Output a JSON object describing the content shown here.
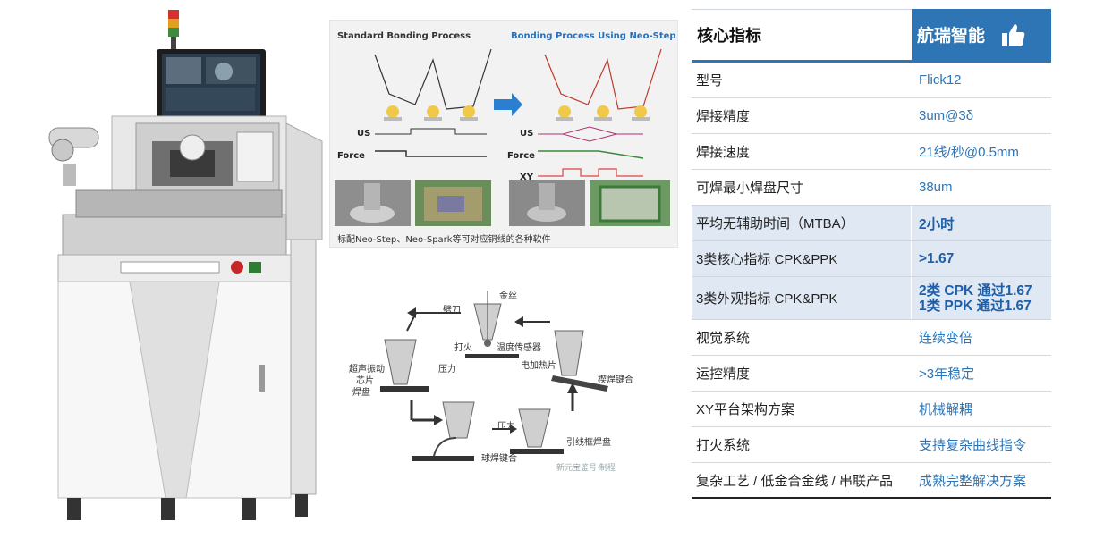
{
  "process_diagram": {
    "title_standard": "Standard Bonding Process",
    "title_neo": "Bonding Process Using Neo-Step",
    "signal_us": "US",
    "signal_force": "Force",
    "signal_xy": "XY",
    "caption": "标配Neo-Step、Neo-Spark等可对应铜线的各种软件"
  },
  "loop_diagram": {
    "labels": {
      "wire": "金丝",
      "capillary": "劈刀",
      "fire": "打火",
      "temp_sensor": "温度传感器",
      "ultrasonic": "超声振动",
      "chip": "芯片",
      "pad": "焊盘",
      "pressure_1": "压力",
      "heater": "电加热片",
      "wedge_bond": "楔焊键合",
      "ball_bond": "球焊键合",
      "pressure_2": "压力",
      "lead_pad": "引线框焊盘"
    },
    "watermark": "新元宝鉴号·制程"
  },
  "spec_table": {
    "header_left": "核心指标",
    "header_right": "航瑞智能",
    "rows": [
      {
        "label": "型号",
        "value": "Flick12"
      },
      {
        "label": "焊接精度",
        "value": "3um@3δ"
      },
      {
        "label": "焊接速度",
        "value": "21线/秒@0.5mm"
      },
      {
        "label": "可焊最小焊盘尺寸",
        "value": "38um"
      },
      {
        "label": "平均无辅助时间（MTBA）",
        "value": "2小时"
      },
      {
        "label": "3类核心指标 CPK&PPK",
        "value": ">1.67"
      },
      {
        "label": "3类外观指标 CPK&PPK",
        "value_line1": "2类 CPK 通过1.67",
        "value_line2": "1类 PPK 通过1.67"
      },
      {
        "label": "视觉系统",
        "value": "连续变倍"
      },
      {
        "label": "运控精度",
        "value": ">3年稳定"
      },
      {
        "label": "XY平台架构方案",
        "value": "机械解耦"
      },
      {
        "label": "打火系统",
        "value": "支持复杂曲线指令"
      },
      {
        "label": "复杂工艺 / 低金合金线 / 串联产品",
        "value": "成熟完整解决方案"
      }
    ]
  },
  "colors": {
    "accent_blue": "#2e75b6",
    "highlight_row": "#dfe8f3",
    "value_text": "#2e75b6"
  }
}
